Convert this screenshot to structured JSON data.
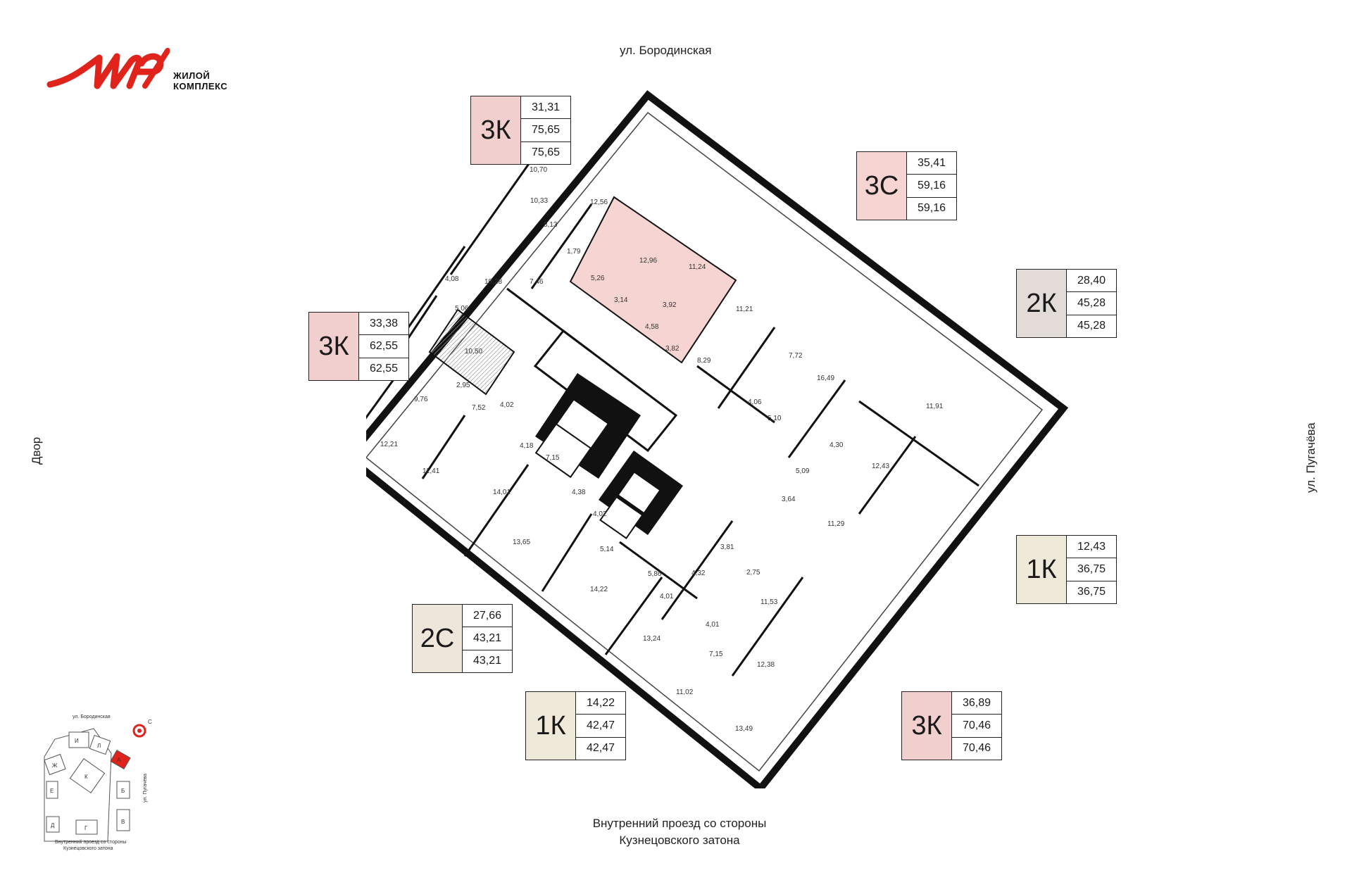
{
  "logo": {
    "brand": "Мир",
    "line1": "ЖИЛОЙ",
    "line2": "КОМПЛЕКС",
    "color": "#e0231b"
  },
  "streets": {
    "top": "ул. Бородинская",
    "left": "Двор",
    "right": "ул. Пугачёва",
    "bottom_line1": "Внутренний проезд со стороны",
    "bottom_line2": "Кузнецовского затона"
  },
  "apartments": [
    {
      "code": "3К",
      "v1": "31,31",
      "v2": "75,65",
      "v3": "75,65",
      "color": "#f2cfcf"
    },
    {
      "code": "3С",
      "v1": "35,41",
      "v2": "59,16",
      "v3": "59,16",
      "color": "#f6d4d2"
    },
    {
      "code": "2К",
      "v1": "28,40",
      "v2": "45,28",
      "v3": "45,28",
      "color": "#e3dbd7"
    },
    {
      "code": "3К",
      "v1": "33,38",
      "v2": "62,55",
      "v3": "62,55",
      "color": "#f2cfcf"
    },
    {
      "code": "1К",
      "v1": "12,43",
      "v2": "36,75",
      "v3": "36,75",
      "color": "#efe9d9"
    },
    {
      "code": "2С",
      "v1": "27,66",
      "v2": "43,21",
      "v3": "43,21",
      "color": "#efe6db"
    },
    {
      "code": "1К",
      "v1": "14,22",
      "v2": "42,47",
      "v3": "42,47",
      "color": "#efe9d9"
    },
    {
      "code": "3К",
      "v1": "36,89",
      "v2": "70,46",
      "v3": "70,46",
      "color": "#f2cfcf"
    }
  ],
  "rooms": [
    "10,70",
    "10,33",
    "12,56",
    "8,13",
    "1,79",
    "7,46",
    "5,26",
    "10,28",
    "4,08",
    "5,06",
    "12,96",
    "11,24",
    "3,14",
    "3,92",
    "4,58",
    "11,21",
    "3,82",
    "8,29",
    "10,50",
    "2,95",
    "9,76",
    "7,52",
    "4,02",
    "7,72",
    "16,49",
    "4,06",
    "5,10",
    "11,91",
    "12,21",
    "4,18",
    "7,15",
    "11,41",
    "4,30",
    "5,09",
    "3,64",
    "12,43",
    "14,01",
    "4,38",
    "4,02",
    "11,29",
    "13,65",
    "5,14",
    "3,81",
    "5,86",
    "4,32",
    "2,75",
    "14,22",
    "4,01",
    "11,53",
    "4,01",
    "13,24",
    "7,15",
    "12,38",
    "11,02",
    "13,49"
  ],
  "highlight_color": "#f6d4d2",
  "minimap": {
    "street_top": "ул. Бородинская",
    "street_right": "ул. Пугачёва",
    "street_bottom_line1": "Внутренний проезд со стороны",
    "street_bottom_line2": "Кузнецовского затона",
    "sections": [
      "И",
      "Л",
      "А",
      "Ж",
      "К",
      "Е",
      "Б",
      "Д",
      "Г",
      "В"
    ],
    "active_section": "А",
    "active_color": "#e0231b",
    "compass": "С"
  }
}
